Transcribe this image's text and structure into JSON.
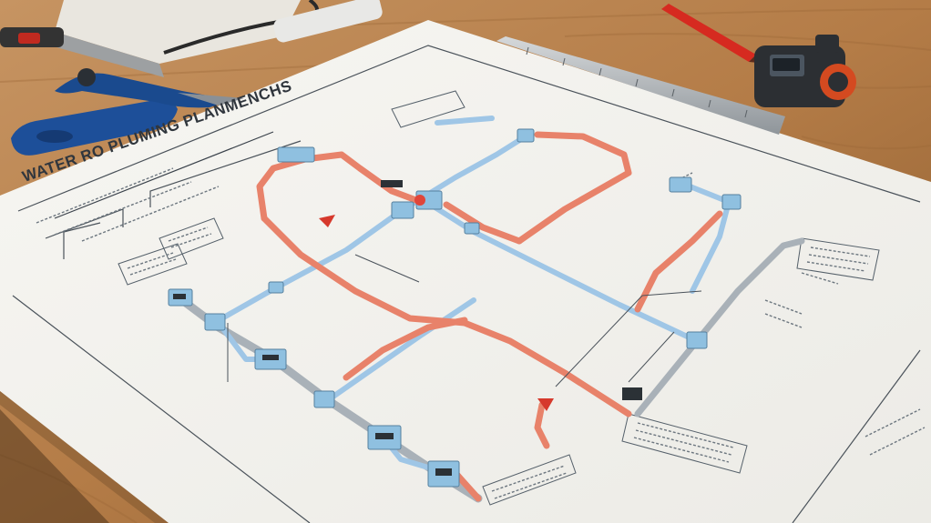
{
  "blueprint": {
    "title": "WATER RO PLUMING PLANMENCHS"
  },
  "colors": {
    "hot_pipe": "#e8826a",
    "hot_pipe_dark": "#e5684b",
    "cold_pipe": "#9fc6e6",
    "grey_pipe": "#a9b1b8",
    "fitting": "#8fc0e0",
    "paper": "#f4f3ef",
    "ink": "#3a424b",
    "desk": "#b07a45",
    "tool_blue": "#1d4f99",
    "tool_red": "#d62a20"
  },
  "objects": [
    "wooden-desk",
    "blueprint-paper",
    "hot-water-pipe",
    "cold-water-pipe",
    "drain-pipe",
    "pipe-fittings",
    "flow-arrows",
    "pipe-cutter-tool",
    "steel-ruler",
    "tape-measure",
    "red-pencil",
    "notebook",
    "cable"
  ]
}
